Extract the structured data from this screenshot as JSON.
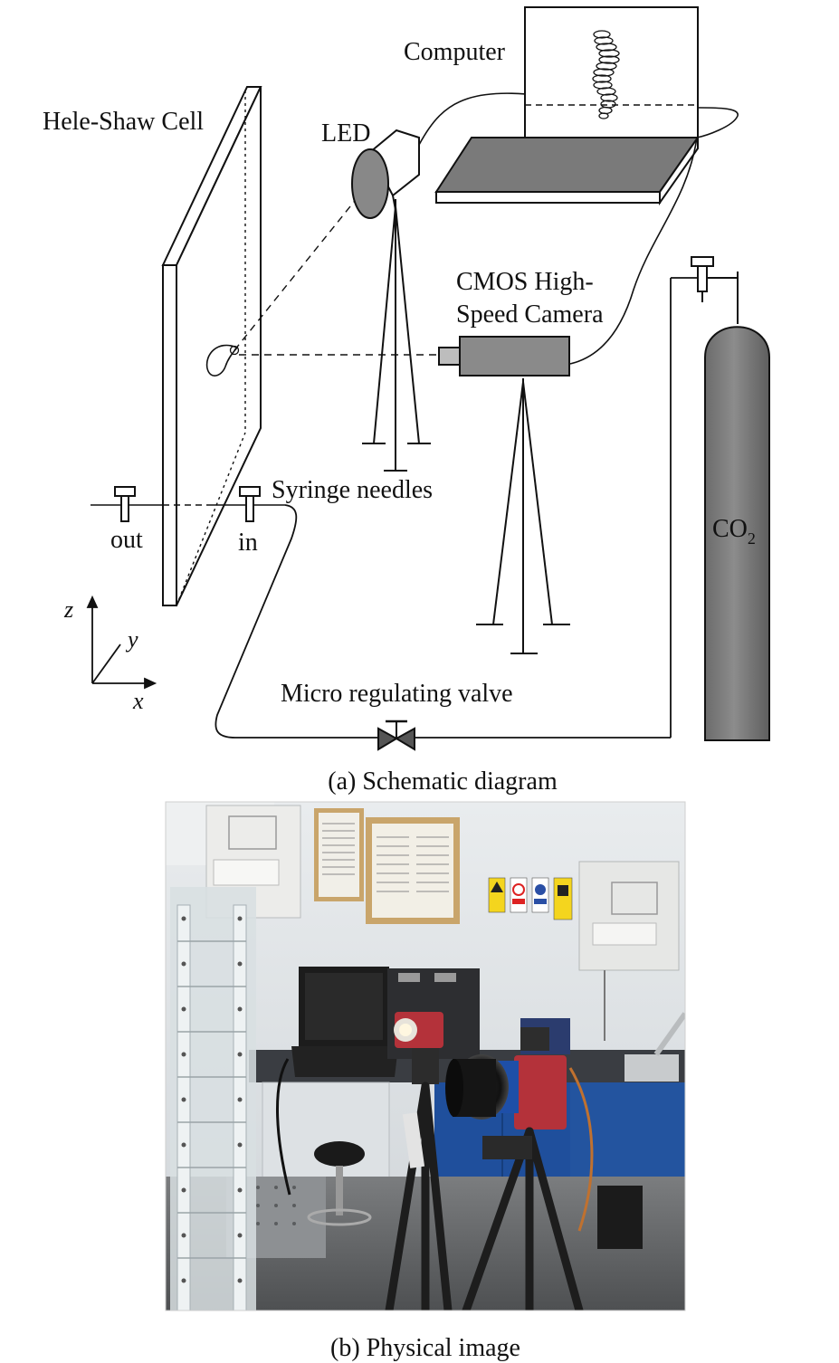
{
  "diagram": {
    "labels": {
      "computer": "Computer",
      "hele_shaw_cell": "Hele-Shaw Cell",
      "led": "LED",
      "camera_line1": "CMOS High-",
      "camera_line2": "Speed Camera",
      "syringe_needles": "Syringe needles",
      "out": "out",
      "in": "in",
      "co2_main": "CO",
      "co2_sub": "2",
      "micro_valve": "Micro regulating valve",
      "axis_x": "x",
      "axis_y": "y",
      "axis_z": "z"
    },
    "caption_a": "(a) Schematic diagram",
    "caption_b": "(b) Physical image"
  },
  "photo": {
    "description_icon": "lab-photo",
    "colors": {
      "wall": "#dfe3e6",
      "cabinet_blue": "#1f4f9c",
      "bench_top": "#3a3d42",
      "camera_red": "#b4323a",
      "acrylic": "#d8dfe2"
    }
  }
}
